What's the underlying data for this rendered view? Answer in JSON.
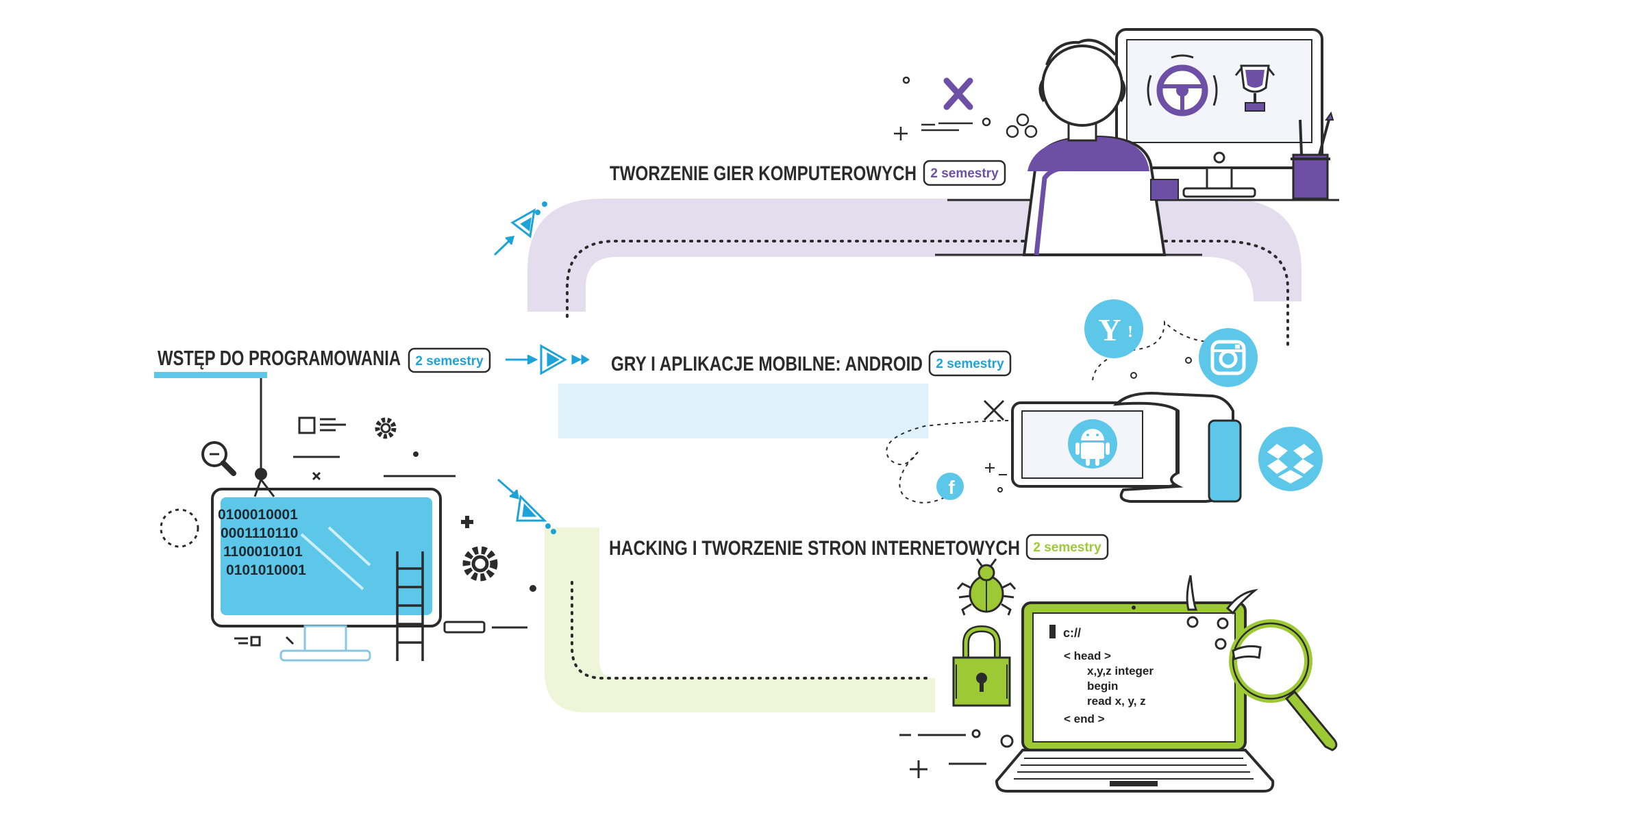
{
  "colors": {
    "purple": "#6e4fa6",
    "purple_band": "#e3ddee",
    "blue": "#5cc7e8",
    "blue_band": "#dff1fa",
    "arrow_blue": "#1ea3d8",
    "green": "#9dc935",
    "green_band": "#eef5d8",
    "ink": "#2b2b2b"
  },
  "intro": {
    "title": "WSTĘP DO PROGRAMOWANIA",
    "badge": "2 semestry",
    "binary_lines": [
      "0100010001",
      "0001110110",
      "1100010101",
      "0101010001"
    ]
  },
  "tracks": [
    {
      "title": "TWORZENIE GIER KOMPUTEROWYCH",
      "badge": "2 semestry",
      "color": "purple"
    },
    {
      "title": "GRY I APLIKACJE MOBILNE: ANDROID",
      "badge": "2 semestry",
      "color": "blue"
    },
    {
      "title": "HACKING I TWORZENIE STRON INTERNETOWYCH",
      "badge": "2 semestry",
      "color": "green"
    }
  ],
  "code_screen": {
    "prompt": "c://",
    "lines": [
      "< head >",
      "x,y,z integer",
      "begin",
      "read x, y, z",
      "< end >"
    ]
  },
  "icons": {
    "intro_illustration": [
      "monitor-icon",
      "magnifier-icon",
      "gear-icon",
      "ladder-icon"
    ],
    "games_illustration": [
      "person-icon",
      "steering-wheel-icon",
      "trophy-icon",
      "pencil-cup-icon",
      "close-icon"
    ],
    "mobile_illustration": [
      "phone-icon",
      "android-icon",
      "yahoo-icon",
      "instagram-icon",
      "dropbox-icon",
      "facebook-icon"
    ],
    "hacking_illustration": [
      "laptop-icon",
      "padlock-icon",
      "bug-icon",
      "magnifier-icon"
    ]
  }
}
